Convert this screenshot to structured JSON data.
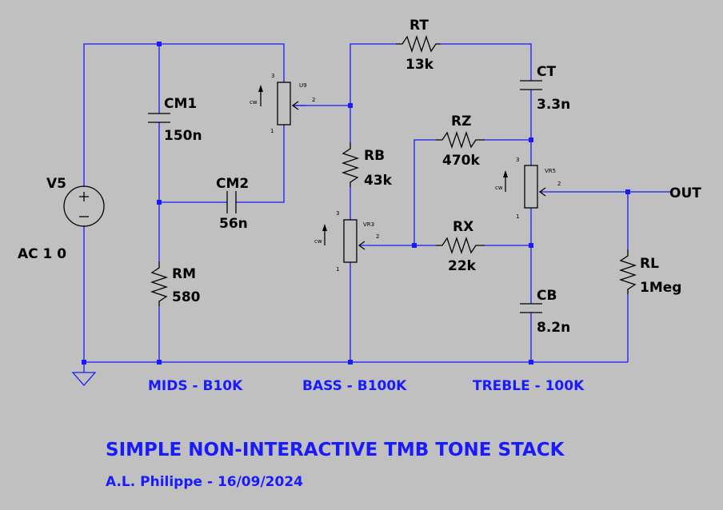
{
  "components": {
    "v5": {
      "name": "V5",
      "value": "AC 1 0"
    },
    "cm1": {
      "name": "CM1",
      "value": "150n"
    },
    "cm2": {
      "name": "CM2",
      "value": "56n"
    },
    "rm": {
      "name": "RM",
      "value": "580"
    },
    "u9": {
      "name": "U9",
      "pin3": "3",
      "pin2": "2",
      "pin1": "1",
      "cw": "cw"
    },
    "rt": {
      "name": "RT",
      "value": "13k"
    },
    "rb": {
      "name": "RB",
      "value": "43k"
    },
    "vr3": {
      "name": "VR3",
      "pin3": "3",
      "pin2": "2",
      "pin1": "1",
      "cw": "cw"
    },
    "ct": {
      "name": "CT",
      "value": "3.3n"
    },
    "rz": {
      "name": "RZ",
      "value": "470k"
    },
    "rx": {
      "name": "RX",
      "value": "22k"
    },
    "vr5": {
      "name": "VR5",
      "pin3": "3",
      "pin2": "2",
      "pin1": "1",
      "cw": "cw"
    },
    "cb": {
      "name": "CB",
      "value": "8.2n"
    },
    "rl": {
      "name": "RL",
      "value": "1Meg"
    }
  },
  "out_label": "OUT",
  "captions": {
    "mids": "MIDS - B10K",
    "bass": "BASS - B100K",
    "treble": "TREBLE - 100K"
  },
  "title": "SIMPLE NON-INTERACTIVE TMB TONE STACK",
  "credit": "A.L. Philippe - 16/09/2024"
}
